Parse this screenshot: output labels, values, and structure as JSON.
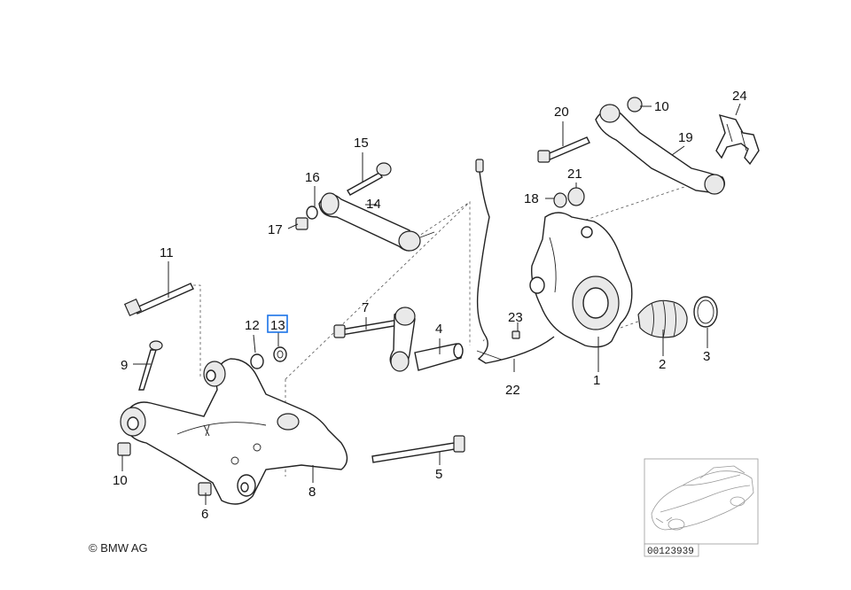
{
  "callouts": {
    "c1": "1",
    "c2": "2",
    "c3": "3",
    "c4": "4",
    "c5": "5",
    "c6": "6",
    "c7": "7",
    "c8": "8",
    "c9": "9",
    "c10a": "10",
    "c10b": "10",
    "c11": "11",
    "c12": "12",
    "c13": "13",
    "c14": "14",
    "c15": "15",
    "c16": "16",
    "c17": "17",
    "c18": "18",
    "c19": "19",
    "c20": "20",
    "c21": "21",
    "c22": "22",
    "c23": "23",
    "c24": "24"
  },
  "highlighted_callout": "13",
  "copyright": "© BMW AG",
  "reference_number": "00123939",
  "colors": {
    "highlight": "#1a73e8",
    "line": "#222222"
  }
}
